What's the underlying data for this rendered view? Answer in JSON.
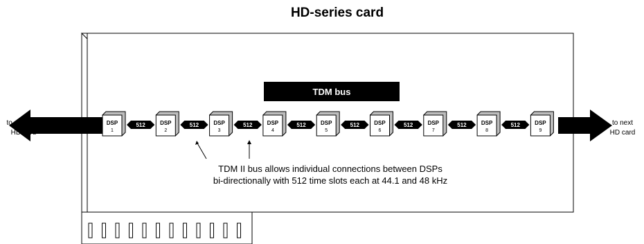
{
  "title": "HD-series card",
  "bus_label": "TDM bus",
  "left_label": [
    "to previous",
    "HD card"
  ],
  "right_label": [
    "to next",
    "HD card"
  ],
  "dsps": [
    {
      "label": "DSP",
      "num": "1"
    },
    {
      "label": "DSP",
      "num": "2"
    },
    {
      "label": "DSP",
      "num": "3"
    },
    {
      "label": "DSP",
      "num": "4"
    },
    {
      "label": "DSP",
      "num": "5"
    },
    {
      "label": "DSP",
      "num": "6"
    },
    {
      "label": "DSP",
      "num": "7"
    },
    {
      "label": "DSP",
      "num": "8"
    },
    {
      "label": "DSP",
      "num": "9"
    }
  ],
  "link_label": "512",
  "annotation": [
    "TDM II bus allows individual connections between DSPs",
    "bi-directionally with 512 time slots each at 44.1 and 48 kHz"
  ],
  "colors": {
    "ink": "#000000",
    "paper": "#ffffff",
    "shadow": "#bdbdbd"
  }
}
